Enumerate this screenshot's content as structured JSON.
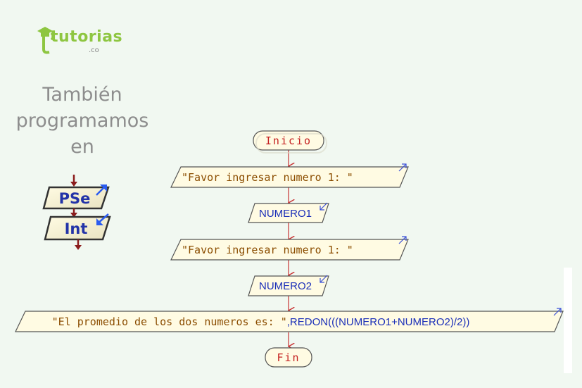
{
  "brand": {
    "logo_text": "tutorias",
    "logo_domain": ".co",
    "tagline": "También\nprogramamos\nen",
    "tool_logo_top": "PSe",
    "tool_logo_bottom": "Int"
  },
  "flowchart": {
    "start": "Inicio",
    "steps": [
      {
        "type": "output",
        "text": "\"Favor ingresar numero 1: \""
      },
      {
        "type": "input",
        "text": "NUMERO1"
      },
      {
        "type": "output",
        "text": "\"Favor ingresar numero 1: \""
      },
      {
        "type": "input",
        "text": "NUMERO2"
      },
      {
        "type": "output_string",
        "text": "\"El promedio de los dos numeros es: \""
      },
      {
        "type": "output_expr",
        "text": ",REDON(((NUMERO1+NUMERO2)/2))"
      }
    ],
    "end": "Fin"
  },
  "colors": {
    "background": "#f1f8f1",
    "shape_fill": "#fffbe3",
    "shape_stroke": "#555555",
    "arrow": "#c83232",
    "string_text": "#c42020",
    "variable_text": "#1b2fb8",
    "io_marker": "#3a4fd8",
    "logo_green": "#8ec641",
    "tagline_gray": "#8d8d8d"
  }
}
